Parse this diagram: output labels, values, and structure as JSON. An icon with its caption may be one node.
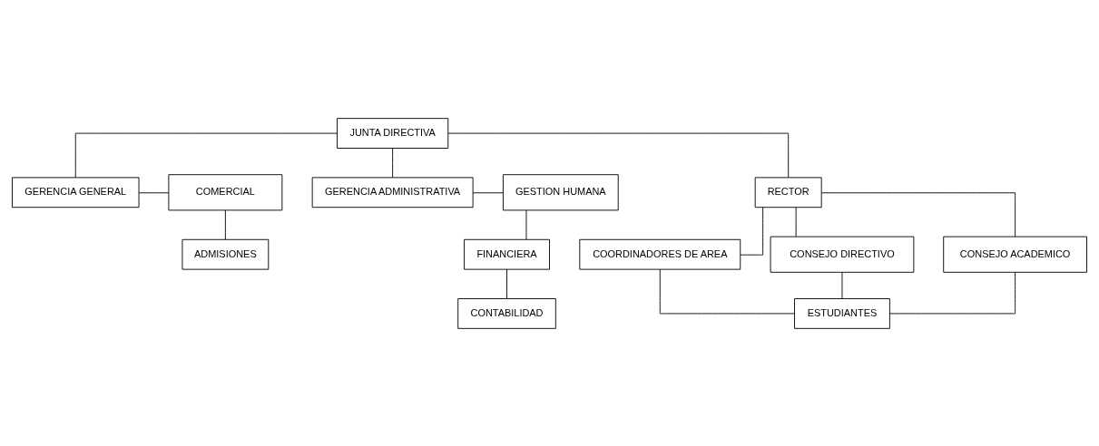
{
  "diagram": {
    "nodes": [
      {
        "text": [
          "JUNTA DIRECTIVA"
        ]
      },
      {
        "text": [
          "GESTION HUMANA"
        ]
      },
      {
        "text": [
          "GERENCIA ADMINISTRATIVA"
        ]
      },
      {
        "text": [
          "GERENCIA GENERAL"
        ]
      },
      {
        "text": [
          "COMERCIAL"
        ]
      },
      {
        "text": [
          "FINANCIERA"
        ]
      },
      {
        "text": [
          "ADMISIONES"
        ]
      },
      {
        "text": [
          "CONTABILIDAD"
        ]
      },
      {
        "text": [
          "RECTOR"
        ]
      },
      {
        "text": [
          "CONSEJO DIRECTIVO"
        ]
      },
      {
        "text": [
          "CONSEJO ACADEMICO"
        ]
      },
      {
        "text": [
          "COORDINADORES DE AREA"
        ]
      },
      {
        "text": [
          "ESTUDIANTES"
        ]
      }
    ],
    "edges": [
      {
        "from": 0,
        "to": 2,
        "arrow": "none"
      },
      {
        "from": 0,
        "to": 3,
        "arrow": "none"
      },
      {
        "from": 1,
        "to": 2,
        "arrow": "none"
      },
      {
        "from": 3,
        "to": 4,
        "arrow": "none"
      },
      {
        "from": 1,
        "to": 5,
        "arrow": "none"
      },
      {
        "from": 5,
        "to": 7,
        "arrow": "none"
      },
      {
        "from": 4,
        "to": 6,
        "arrow": "none"
      },
      {
        "from": 0,
        "to": 8,
        "arrow": "none"
      },
      {
        "from": 8,
        "to": 9,
        "arrow": "none"
      },
      {
        "from": 8,
        "to": 10,
        "arrow": "none"
      },
      {
        "from": 8,
        "to": 11,
        "arrow": "none"
      },
      {
        "from": 9,
        "to": 12,
        "arrow": "none"
      },
      {
        "from": 11,
        "to": 12,
        "arrow": "none"
      },
      {
        "from": 10,
        "to": 12,
        "arrow": "none"
      }
    ]
  }
}
